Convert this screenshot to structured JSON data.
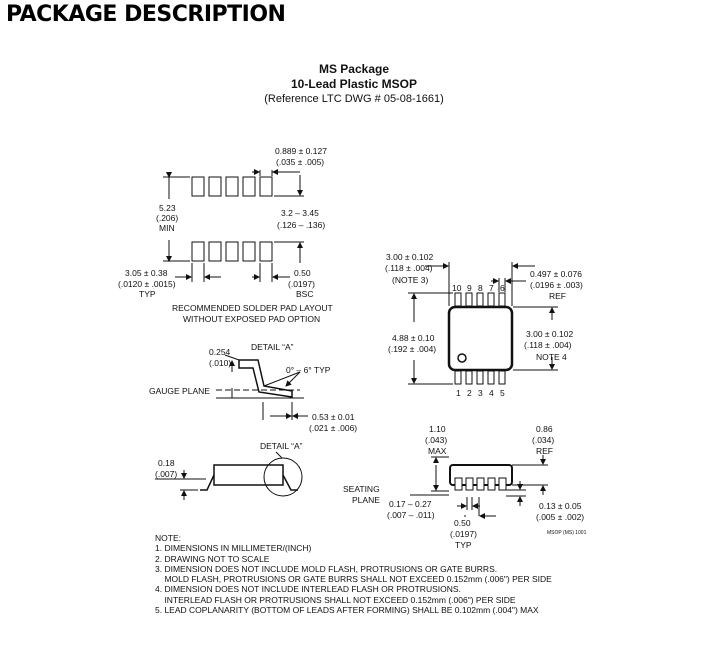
{
  "header": "PACKAGE DESCRIPTION",
  "title": {
    "line1": "MS Package",
    "line2": "10-Lead Plastic MSOP",
    "line3": "(Reference LTC DWG # 05-08-1661)"
  },
  "solder_layout": {
    "pad_width": "0.889 ± 0.127",
    "pad_width_in": "(.035 ± .005)",
    "min_span": "5.23",
    "min_span_in": "(.206)",
    "min_label": "MIN",
    "span": "3.2 – 3.45",
    "span_in": "(.126 – .136)",
    "row_width": "3.05 ± 0.38",
    "row_width_in": "(.0120 ± .0015)",
    "row_width_tag": "TYP",
    "pitch": "0.50",
    "pitch_in": "(.0197)",
    "pitch_tag": "BSC",
    "caption1": "RECOMMENDED SOLDER PAD LAYOUT",
    "caption2": "WITHOUT EXPOSED PAD OPTION"
  },
  "top_view": {
    "width": "3.00 ± 0.102",
    "width_in": "(.118 ± .004)",
    "width_note": "(NOTE 3)",
    "lead_width": "0.497 ± 0.076",
    "lead_width_in": "(.0196 ± .003)",
    "lead_ref": "REF",
    "height": "4.88 ± 0.10",
    "height_in": "(.192 ± .004)",
    "body_len": "3.00 ± 0.102",
    "body_len_in": "(.118 ± .004)",
    "body_note": "NOTE 4",
    "top_pins": [
      "10",
      "9",
      "8",
      "7",
      "6"
    ],
    "bottom_pins": [
      "1",
      "2",
      "3",
      "4",
      "5"
    ]
  },
  "detail_a_upper": {
    "title": "DETAIL “A”",
    "t1": "0.254",
    "t1_in": "(.010)",
    "angle": "0° – 6° TYP",
    "gauge": "GAUGE PLANE",
    "foot": "0.53 ± 0.01",
    "foot_in": "(.021 ± .006)"
  },
  "detail_a_lower": {
    "title": "DETAIL “A”",
    "thick": "0.18",
    "thick_in": "(.007)"
  },
  "side_view": {
    "height": "1.10",
    "height_in": "(.043)",
    "height_tag": "MAX",
    "standoff": "0.86",
    "standoff_in": "(.034)",
    "standoff_tag": "REF",
    "seating1": "SEATING",
    "seating2": "PLANE",
    "lead_thick": "0.17 – 0.27",
    "lead_thick_in": "(.007 – .011)",
    "pitch": "0.50",
    "pitch_in": "(.0197)",
    "pitch_tag": "TYP",
    "ht": "0.13 ± 0.05",
    "ht_in": "(.005 ± .002)",
    "doc_code": "MSOP (MS) 1001"
  },
  "notes": [
    "NOTE:",
    "1. DIMENSIONS IN MILLIMETER/(INCH)",
    "2. DRAWING NOT TO SCALE",
    "3. DIMENSION DOES NOT INCLUDE MOLD FLASH, PROTRUSIONS OR GATE BURRS.",
    "    MOLD FLASH, PROTRUSIONS OR GATE BURRS SHALL NOT EXCEED 0.152mm (.006\") PER SIDE",
    "4. DIMENSION DOES NOT INCLUDE INTERLEAD FLASH OR PROTRUSIONS.",
    "    INTERLEAD FLASH OR PROTRUSIONS SHALL NOT EXCEED 0.152mm (.006\") PER SIDE",
    "5. LEAD COPLANARITY (BOTTOM OF LEADS AFTER FORMING) SHALL BE 0.102mm (.004\") MAX"
  ]
}
